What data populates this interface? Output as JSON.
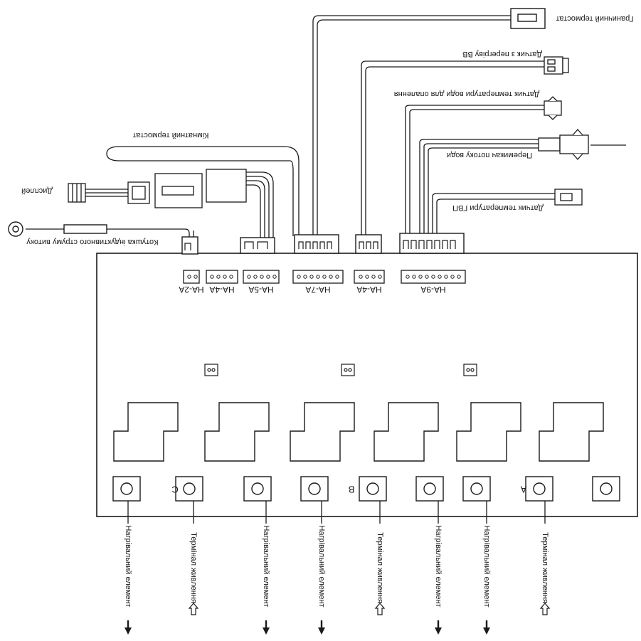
{
  "colors": {
    "ink": "#1a1a1a",
    "background": "#ffffff"
  },
  "top_labels": {
    "limit_thermostat": "Граничний термостат",
    "overheat_sensor": "Датчик з перегріву ВВ",
    "heating_water_temp_sensor": "Датчик температури води для опалення",
    "water_flow_switch": "Перемикач потоку води",
    "dhw_temp_sensor": "Датчик температури ГВП",
    "room_thermostat": "Кімнатний термостат",
    "display": "Дисплей",
    "induction_coil": "Котушка індуктивного струму витоку"
  },
  "headers": [
    "HA-2A",
    "HA-4A",
    "HA-5A",
    "HA-7A",
    "HA-4A",
    "HA-9A"
  ],
  "phase_letters": [
    "C",
    "B",
    "A"
  ],
  "bottom_labels": [
    "Нагрівальний елемент",
    "Термінал живлення",
    "Нагрівальний елемент",
    "Нагрівальний елемент",
    "Термінал живлення",
    "Нагрівальний елемент",
    "Нагрівальний елемент",
    "Термінал живлення"
  ],
  "icons": {
    "arrow_down": "arrow-down-icon",
    "arrow_up": "arrow-up-outline-icon",
    "terminal": "terminal-screw-icon"
  }
}
